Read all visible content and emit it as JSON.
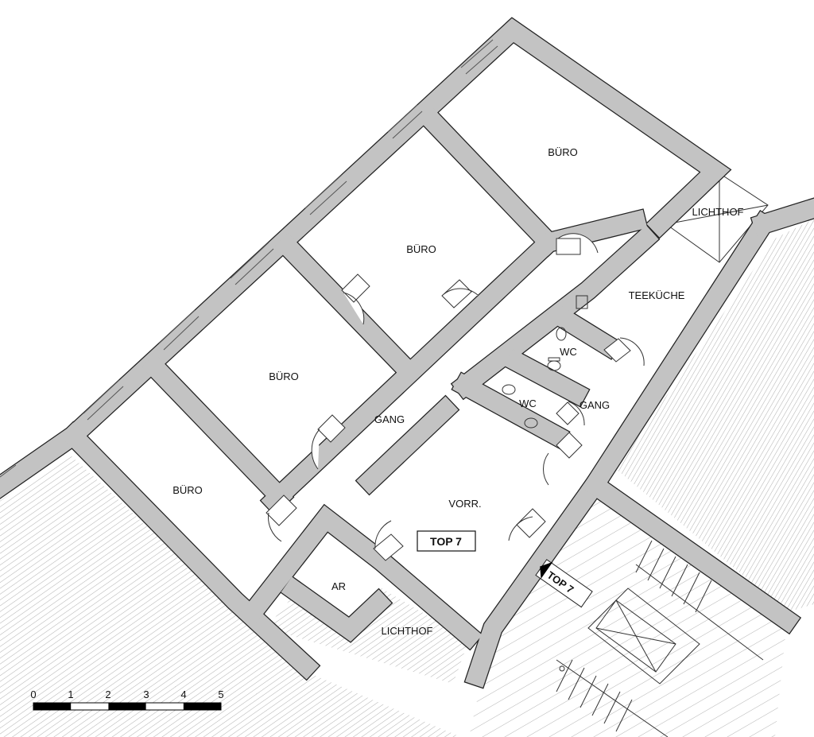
{
  "plan": {
    "unit_label": "TOP 7",
    "entrance_marker": "TOP 7",
    "rooms": [
      {
        "id": "buero-1",
        "label": "BÜRO"
      },
      {
        "id": "buero-2",
        "label": "BÜRO"
      },
      {
        "id": "buero-3",
        "label": "BÜRO"
      },
      {
        "id": "buero-4",
        "label": "BÜRO"
      },
      {
        "id": "gang-1",
        "label": "GANG"
      },
      {
        "id": "gang-2",
        "label": "GANG"
      },
      {
        "id": "vorr",
        "label": "VORR."
      },
      {
        "id": "wc-1",
        "label": "WC"
      },
      {
        "id": "wc-2",
        "label": "WC"
      },
      {
        "id": "teekueche",
        "label": "TEEKÜCHE"
      },
      {
        "id": "ar",
        "label": "AR"
      },
      {
        "id": "lichthof-1",
        "label": "LICHTHOF"
      },
      {
        "id": "lichthof-2",
        "label": "LICHTHOF"
      }
    ],
    "scale_bar": {
      "ticks": [
        "0",
        "1",
        "2",
        "3",
        "4",
        "5"
      ]
    },
    "colors": {
      "wall": "#c3c3c3",
      "outline": "#222222",
      "hatch": "#9a9a9a"
    }
  }
}
